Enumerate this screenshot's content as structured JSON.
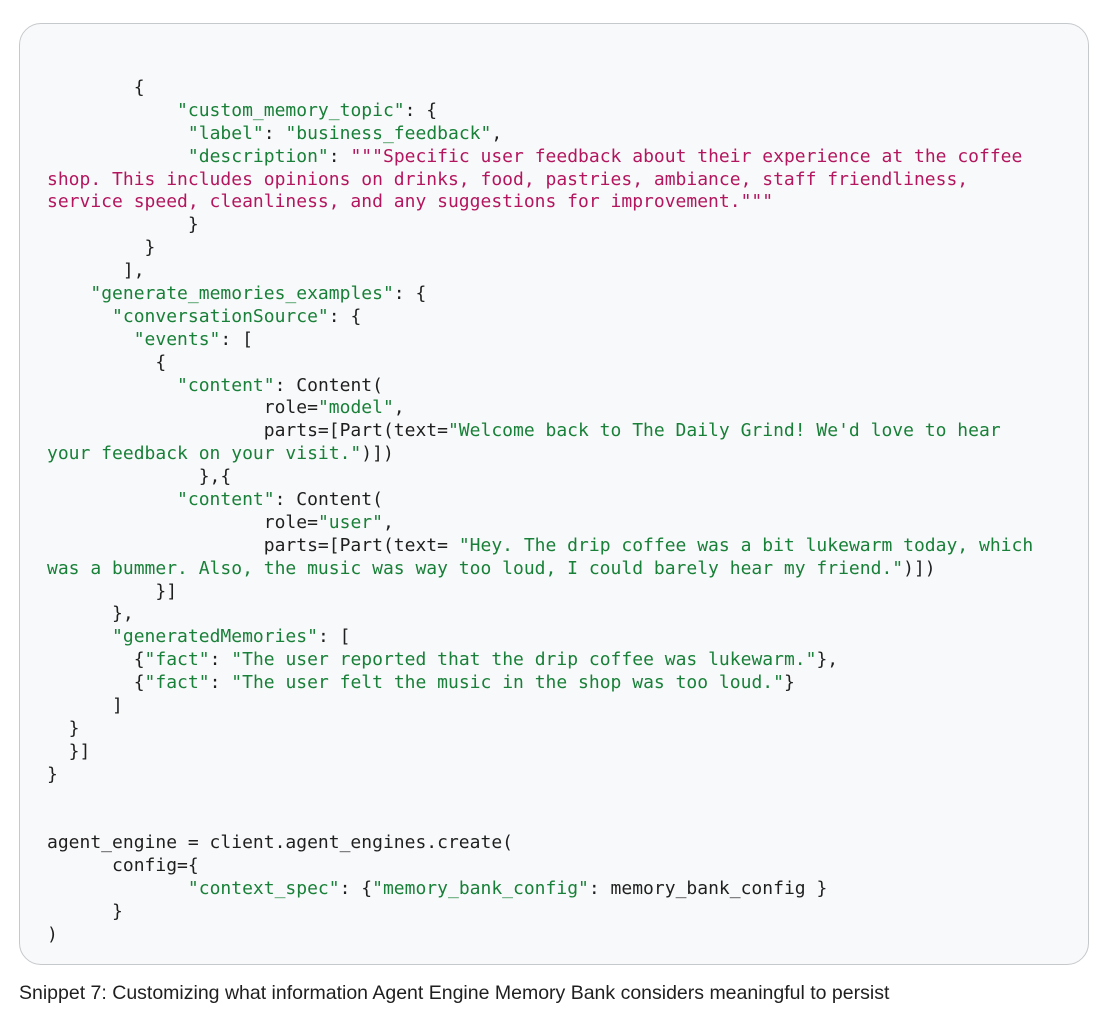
{
  "code": {
    "lines": [
      [
        {
          "t": "p",
          "v": "        {"
        }
      ],
      [
        {
          "t": "p",
          "v": "            "
        },
        {
          "t": "k",
          "v": "\"custom_memory_topic\""
        },
        {
          "t": "p",
          "v": ": {"
        }
      ],
      [
        {
          "t": "p",
          "v": "             "
        },
        {
          "t": "k",
          "v": "\"label\""
        },
        {
          "t": "p",
          "v": ": "
        },
        {
          "t": "s",
          "v": "\"business_feedback\""
        },
        {
          "t": "p",
          "v": ","
        }
      ],
      [
        {
          "t": "p",
          "v": "             "
        },
        {
          "t": "k",
          "v": "\"description\""
        },
        {
          "t": "p",
          "v": ": "
        },
        {
          "t": "d",
          "v": "\"\"\"Specific user feedback about their experience at the coffee"
        }
      ],
      [
        {
          "t": "d",
          "v": "shop. This includes opinions on drinks, food, pastries, ambiance, staff friendliness,"
        }
      ],
      [
        {
          "t": "d",
          "v": "service speed, cleanliness, and any suggestions for improvement.\"\"\""
        }
      ],
      [
        {
          "t": "p",
          "v": "             }"
        }
      ],
      [
        {
          "t": "p",
          "v": "         }"
        }
      ],
      [
        {
          "t": "p",
          "v": "       ],"
        }
      ],
      [
        {
          "t": "p",
          "v": "    "
        },
        {
          "t": "k",
          "v": "\"generate_memories_examples\""
        },
        {
          "t": "p",
          "v": ": {"
        }
      ],
      [
        {
          "t": "p",
          "v": "      "
        },
        {
          "t": "k",
          "v": "\"conversationSource\""
        },
        {
          "t": "p",
          "v": ": {"
        }
      ],
      [
        {
          "t": "p",
          "v": "        "
        },
        {
          "t": "k",
          "v": "\"events\""
        },
        {
          "t": "p",
          "v": ": ["
        }
      ],
      [
        {
          "t": "p",
          "v": "          {"
        }
      ],
      [
        {
          "t": "p",
          "v": "            "
        },
        {
          "t": "k",
          "v": "\"content\""
        },
        {
          "t": "p",
          "v": ": Content("
        }
      ],
      [
        {
          "t": "p",
          "v": "                    role="
        },
        {
          "t": "s",
          "v": "\"model\""
        },
        {
          "t": "p",
          "v": ","
        }
      ],
      [
        {
          "t": "p",
          "v": "                    parts=[Part(text="
        },
        {
          "t": "s",
          "v": "\"Welcome back to The Daily Grind! We'd love to hear"
        }
      ],
      [
        {
          "t": "s",
          "v": "your feedback on your visit.\""
        },
        {
          "t": "p",
          "v": ")])"
        }
      ],
      [
        {
          "t": "p",
          "v": "              },{"
        }
      ],
      [
        {
          "t": "p",
          "v": "            "
        },
        {
          "t": "k",
          "v": "\"content\""
        },
        {
          "t": "p",
          "v": ": Content("
        }
      ],
      [
        {
          "t": "p",
          "v": "                    role="
        },
        {
          "t": "s",
          "v": "\"user\""
        },
        {
          "t": "p",
          "v": ","
        }
      ],
      [
        {
          "t": "p",
          "v": "                    parts=[Part(text= "
        },
        {
          "t": "s",
          "v": "\"Hey. The drip coffee was a bit lukewarm today, which"
        }
      ],
      [
        {
          "t": "s",
          "v": "was a bummer. Also, the music was way too loud, I could barely hear my friend.\""
        },
        {
          "t": "p",
          "v": ")])"
        }
      ],
      [
        {
          "t": "p",
          "v": "          }]"
        }
      ],
      [
        {
          "t": "p",
          "v": "      },"
        }
      ],
      [
        {
          "t": "p",
          "v": "      "
        },
        {
          "t": "k",
          "v": "\"generatedMemories\""
        },
        {
          "t": "p",
          "v": ": ["
        }
      ],
      [
        {
          "t": "p",
          "v": "        {"
        },
        {
          "t": "k",
          "v": "\"fact\""
        },
        {
          "t": "p",
          "v": ": "
        },
        {
          "t": "s",
          "v": "\"The user reported that the drip coffee was lukewarm.\""
        },
        {
          "t": "p",
          "v": "},"
        }
      ],
      [
        {
          "t": "p",
          "v": "        {"
        },
        {
          "t": "k",
          "v": "\"fact\""
        },
        {
          "t": "p",
          "v": ": "
        },
        {
          "t": "s",
          "v": "\"The user felt the music in the shop was too loud.\""
        },
        {
          "t": "p",
          "v": "}"
        }
      ],
      [
        {
          "t": "p",
          "v": "      ]"
        }
      ],
      [
        {
          "t": "p",
          "v": "  }"
        }
      ],
      [
        {
          "t": "p",
          "v": "  }]"
        }
      ],
      [
        {
          "t": "p",
          "v": "}"
        }
      ],
      [
        {
          "t": "p",
          "v": ""
        }
      ],
      [
        {
          "t": "p",
          "v": ""
        }
      ],
      [
        {
          "t": "p",
          "v": "agent_engine = client.agent_engines.create("
        }
      ],
      [
        {
          "t": "p",
          "v": "      config={"
        }
      ],
      [
        {
          "t": "p",
          "v": "             "
        },
        {
          "t": "k",
          "v": "\"context_spec\""
        },
        {
          "t": "p",
          "v": ": {"
        },
        {
          "t": "k",
          "v": "\"memory_bank_config\""
        },
        {
          "t": "p",
          "v": ": memory_bank_config }"
        }
      ],
      [
        {
          "t": "p",
          "v": "      }"
        }
      ],
      [
        {
          "t": "p",
          "v": ")"
        }
      ]
    ]
  },
  "caption": "Snippet 7: Customizing what information Agent Engine Memory Bank considers meaningful to persist"
}
